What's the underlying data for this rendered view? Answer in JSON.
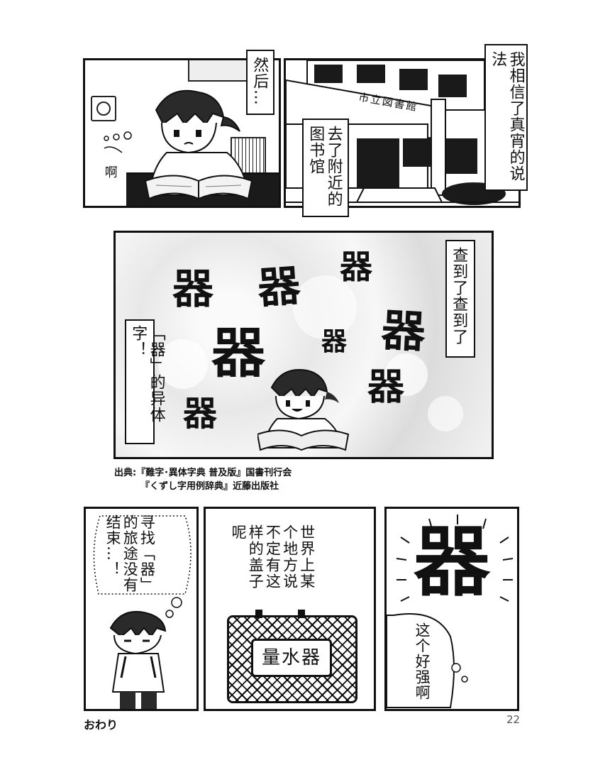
{
  "panel1": {
    "sfx": "啊",
    "narration": "然后…"
  },
  "panel2": {
    "narration_right": "我相信了真宵的说法",
    "narration_left": "去了附近的图书馆",
    "sign": "市立図書館"
  },
  "panel3": {
    "narration_right": "查到了查到了",
    "narration_left": "「器」的异体字！",
    "variants": [
      "器",
      "器",
      "器",
      "器",
      "器",
      "器",
      "器",
      "器"
    ]
  },
  "source": {
    "line1": "出典:『難字･異体字典 普及版』国書刊行会",
    "line2": "『くずし字用例辞典』近藤出版社"
  },
  "panel4": {
    "thought": "寻找「器」的旅途没有结束…！"
  },
  "panel5": {
    "text": "世界上某个地方说不定有这样的盖子呢",
    "lid_label": "量水器"
  },
  "panel6": {
    "big_char": "器",
    "thought": "这个好强啊"
  },
  "footer": {
    "end_mark": "おわり",
    "page_number": "22"
  }
}
